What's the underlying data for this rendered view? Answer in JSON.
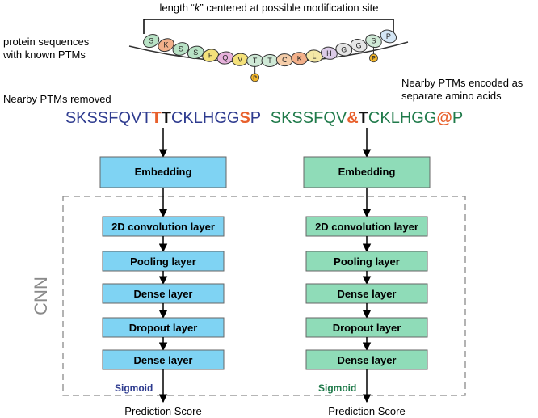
{
  "header": {
    "length_label_prefix": "length “",
    "length_label_k": "k",
    "length_label_suffix": "” centered at possible modification site",
    "protein_label_line1": "protein sequences",
    "protein_label_line2": "with known PTMs"
  },
  "sequence_beads": [
    {
      "letter": "S",
      "color": "#b9e3c6",
      "ptm": false
    },
    {
      "letter": "K",
      "color": "#f3b08a",
      "ptm": false
    },
    {
      "letter": "S",
      "color": "#b9e3c6",
      "ptm": false
    },
    {
      "letter": "S",
      "color": "#b9e3c6",
      "ptm": false
    },
    {
      "letter": "F",
      "color": "#f4e17a",
      "ptm": false
    },
    {
      "letter": "Q",
      "color": "#e7b2dc",
      "ptm": false
    },
    {
      "letter": "V",
      "color": "#f4e17a",
      "ptm": false
    },
    {
      "letter": "T",
      "color": "#cfe9d6",
      "ptm": true
    },
    {
      "letter": "T",
      "color": "#cfe9d6",
      "ptm": false
    },
    {
      "letter": "C",
      "color": "#f5cda9",
      "ptm": false
    },
    {
      "letter": "K",
      "color": "#f3b08a",
      "ptm": false
    },
    {
      "letter": "L",
      "color": "#f4e8a6",
      "ptm": false
    },
    {
      "letter": "H",
      "color": "#dccbe8",
      "ptm": false
    },
    {
      "letter": "G",
      "color": "#e5e5e5",
      "ptm": false
    },
    {
      "letter": "G",
      "color": "#e5e5e5",
      "ptm": false
    },
    {
      "letter": "S",
      "color": "#cfe9d6",
      "ptm": true
    },
    {
      "letter": "P",
      "color": "#d4e6f5",
      "ptm": false
    }
  ],
  "ptm_marker": "P",
  "left_branch": {
    "title": "Nearby PTMs removed",
    "sequence_segments": [
      {
        "text": "SKSSFQVT",
        "color": "#2e3b8f",
        "bold": false
      },
      {
        "text": "T",
        "color": "#e8602c",
        "bold": true
      },
      {
        "text": "T",
        "color": "#111111",
        "bold": true
      },
      {
        "text": "CKLHGG",
        "color": "#2e3b8f",
        "bold": false
      },
      {
        "text": "S",
        "color": "#e8602c",
        "bold": true
      },
      {
        "text": "P",
        "color": "#2e3b8f",
        "bold": false
      }
    ],
    "embedding": "Embedding",
    "layers": [
      "2D convolution layer",
      "Pooling layer",
      "Dense layer",
      "Dropout  layer",
      "Dense layer"
    ],
    "activation": "Sigmoid",
    "output": "Prediction Score"
  },
  "right_branch": {
    "title_line1": "Nearby PTMs encoded as",
    "title_line2": "separate amino acids",
    "sequence_segments": [
      {
        "text": "SKSSFQV",
        "color": "#1f7a4a",
        "bold": false
      },
      {
        "text": "&",
        "color": "#e8602c",
        "bold": true
      },
      {
        "text": "T",
        "color": "#111111",
        "bold": true
      },
      {
        "text": "CKLHGG",
        "color": "#1f7a4a",
        "bold": false
      },
      {
        "text": "@",
        "color": "#e8602c",
        "bold": true
      },
      {
        "text": "P",
        "color": "#1f7a4a",
        "bold": false
      }
    ],
    "embedding": "Embedding",
    "layers": [
      "2D convolution layer",
      "Pooling layer",
      "Dense layer",
      "Dropout  layer",
      "Dense layer"
    ],
    "activation": "Sigmoid",
    "output": "Prediction Score"
  },
  "cnn_label": "CNN",
  "colors": {
    "left_box": "#7fd3f3",
    "right_box": "#8fdcb8",
    "left_sigmoid": "#2e3b8f",
    "right_sigmoid": "#1f7a4a",
    "ptm_marker": "#f2b62a",
    "dashed_border": "#8a8a8a",
    "cnn_label": "#8a8a8a"
  }
}
